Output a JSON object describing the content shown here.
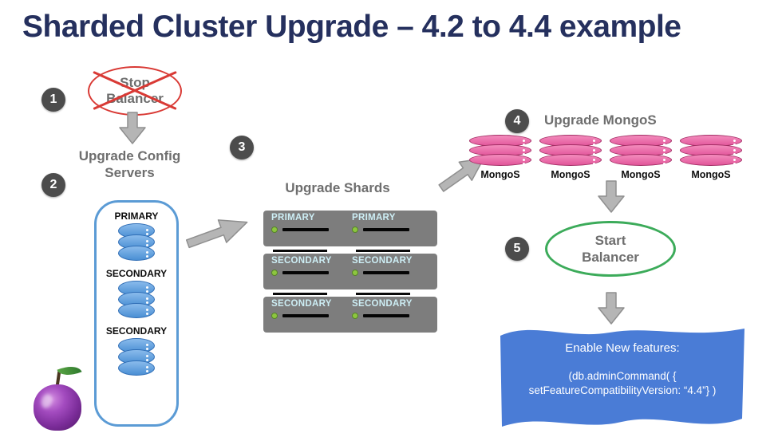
{
  "title": "Sharded Cluster Upgrade – 4.2 to 4.4 example",
  "steps": {
    "one": {
      "number": "1",
      "line1": "Stop",
      "line2": "Balancer"
    },
    "two": {
      "number": "2",
      "line1": "Upgrade Config",
      "line2": "Servers"
    },
    "three": {
      "number": "3",
      "label": "Upgrade Shards"
    },
    "four": {
      "number": "4",
      "label": "Upgrade MongoS"
    },
    "five": {
      "number": "5",
      "line1": "Start",
      "line2": "Balancer"
    }
  },
  "config_servers": {
    "roles": [
      "PRIMARY",
      "SECONDARY",
      "SECONDARY"
    ]
  },
  "shards": {
    "rows": [
      {
        "left": "PRIMARY",
        "right": "PRIMARY"
      },
      {
        "left": "SECONDARY",
        "right": "SECONDARY"
      },
      {
        "left": "SECONDARY",
        "right": "SECONDARY"
      }
    ]
  },
  "mongos": {
    "instances": [
      "MongoS",
      "MongoS",
      "MongoS",
      "MongoS"
    ]
  },
  "enable_features": {
    "heading": "Enable New features:",
    "command_line1": "(db.adminCommand( {",
    "command_line2": "setFeatureCompatibilityVersion: “4.4”} )"
  },
  "colors": {
    "title_navy": "#25305e",
    "step_circle_gray": "#4c4c4c",
    "label_gray": "#6e6e6e",
    "arrow_gray": "#b5b5b5",
    "stop_red": "#d93a35",
    "config_border_blue": "#5b9bd5",
    "database_blue": "#4a8fd4",
    "shard_box_gray": "#7d7d7d",
    "shard_label_cyan": "#cdeef5",
    "led_green": "#8dc63f",
    "mongos_pink": "#e2569a",
    "balancer_green": "#3cab5a",
    "flag_blue": "#4a7cd6",
    "apple_purple": "#7c2d9a"
  }
}
